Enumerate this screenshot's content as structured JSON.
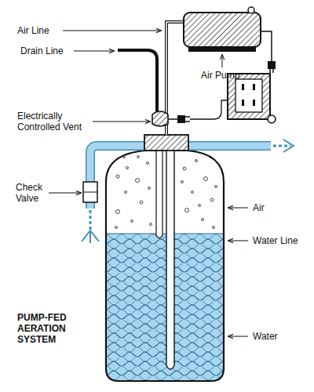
{
  "diagram": {
    "title": "PUMP-FED AERATION SYSTEM",
    "labels": [
      "Air Line",
      "Drain Line",
      "Electrically Controlled Vent",
      "Check Valve",
      "Air Pump",
      "Air",
      "Water Line",
      "Water"
    ]
  }
}
